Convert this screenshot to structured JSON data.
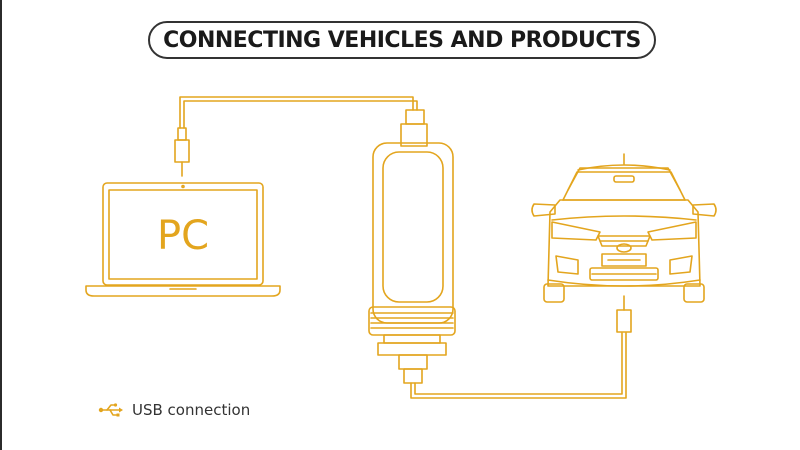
{
  "title": "CONNECTING VEHICLES AND PRODUCTS",
  "pc_label": "PC",
  "legend": {
    "icon": "usb-icon",
    "label": "USB connection"
  },
  "colors": {
    "accent": "#E3A51E",
    "outline": "#333333",
    "background": "#ffffff"
  }
}
